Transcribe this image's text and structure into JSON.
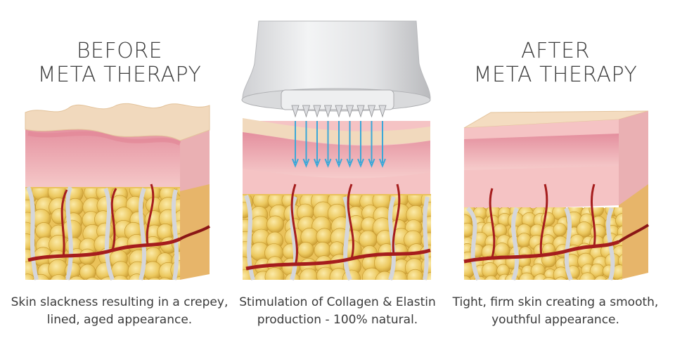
{
  "panels": [
    {
      "id": "before",
      "heading": [
        "BEFORE",
        "META THERAPY"
      ],
      "caption": [
        "Skin slackness resulting in a crepey,",
        "lined, aged appearance."
      ]
    },
    {
      "id": "during",
      "heading": [],
      "caption": [
        "Stimulation of Collagen & Elastin",
        "production - 100% natural."
      ]
    },
    {
      "id": "after",
      "heading": [
        "AFTER",
        "META THERAPY"
      ],
      "caption": [
        "Tight, firm skin creating a smooth,",
        "youthful appearance."
      ]
    }
  ],
  "colors": {
    "epidermis": "#f2dcc0",
    "dermis_top": "#e8a0ad",
    "dermis": "#f5c3c4",
    "dermis_side": "#e9aeb0",
    "fat": "#f0d170",
    "fat_dark": "#c99a2c",
    "vessel": "#a51d1d",
    "septa": "#cfd0d4",
    "device": "#e7e8ea",
    "arrow": "#3aa8d8"
  },
  "icons": [
    "microneedle-device-icon",
    "skin-cross-section-icon",
    "needle-arrow-icon"
  ]
}
